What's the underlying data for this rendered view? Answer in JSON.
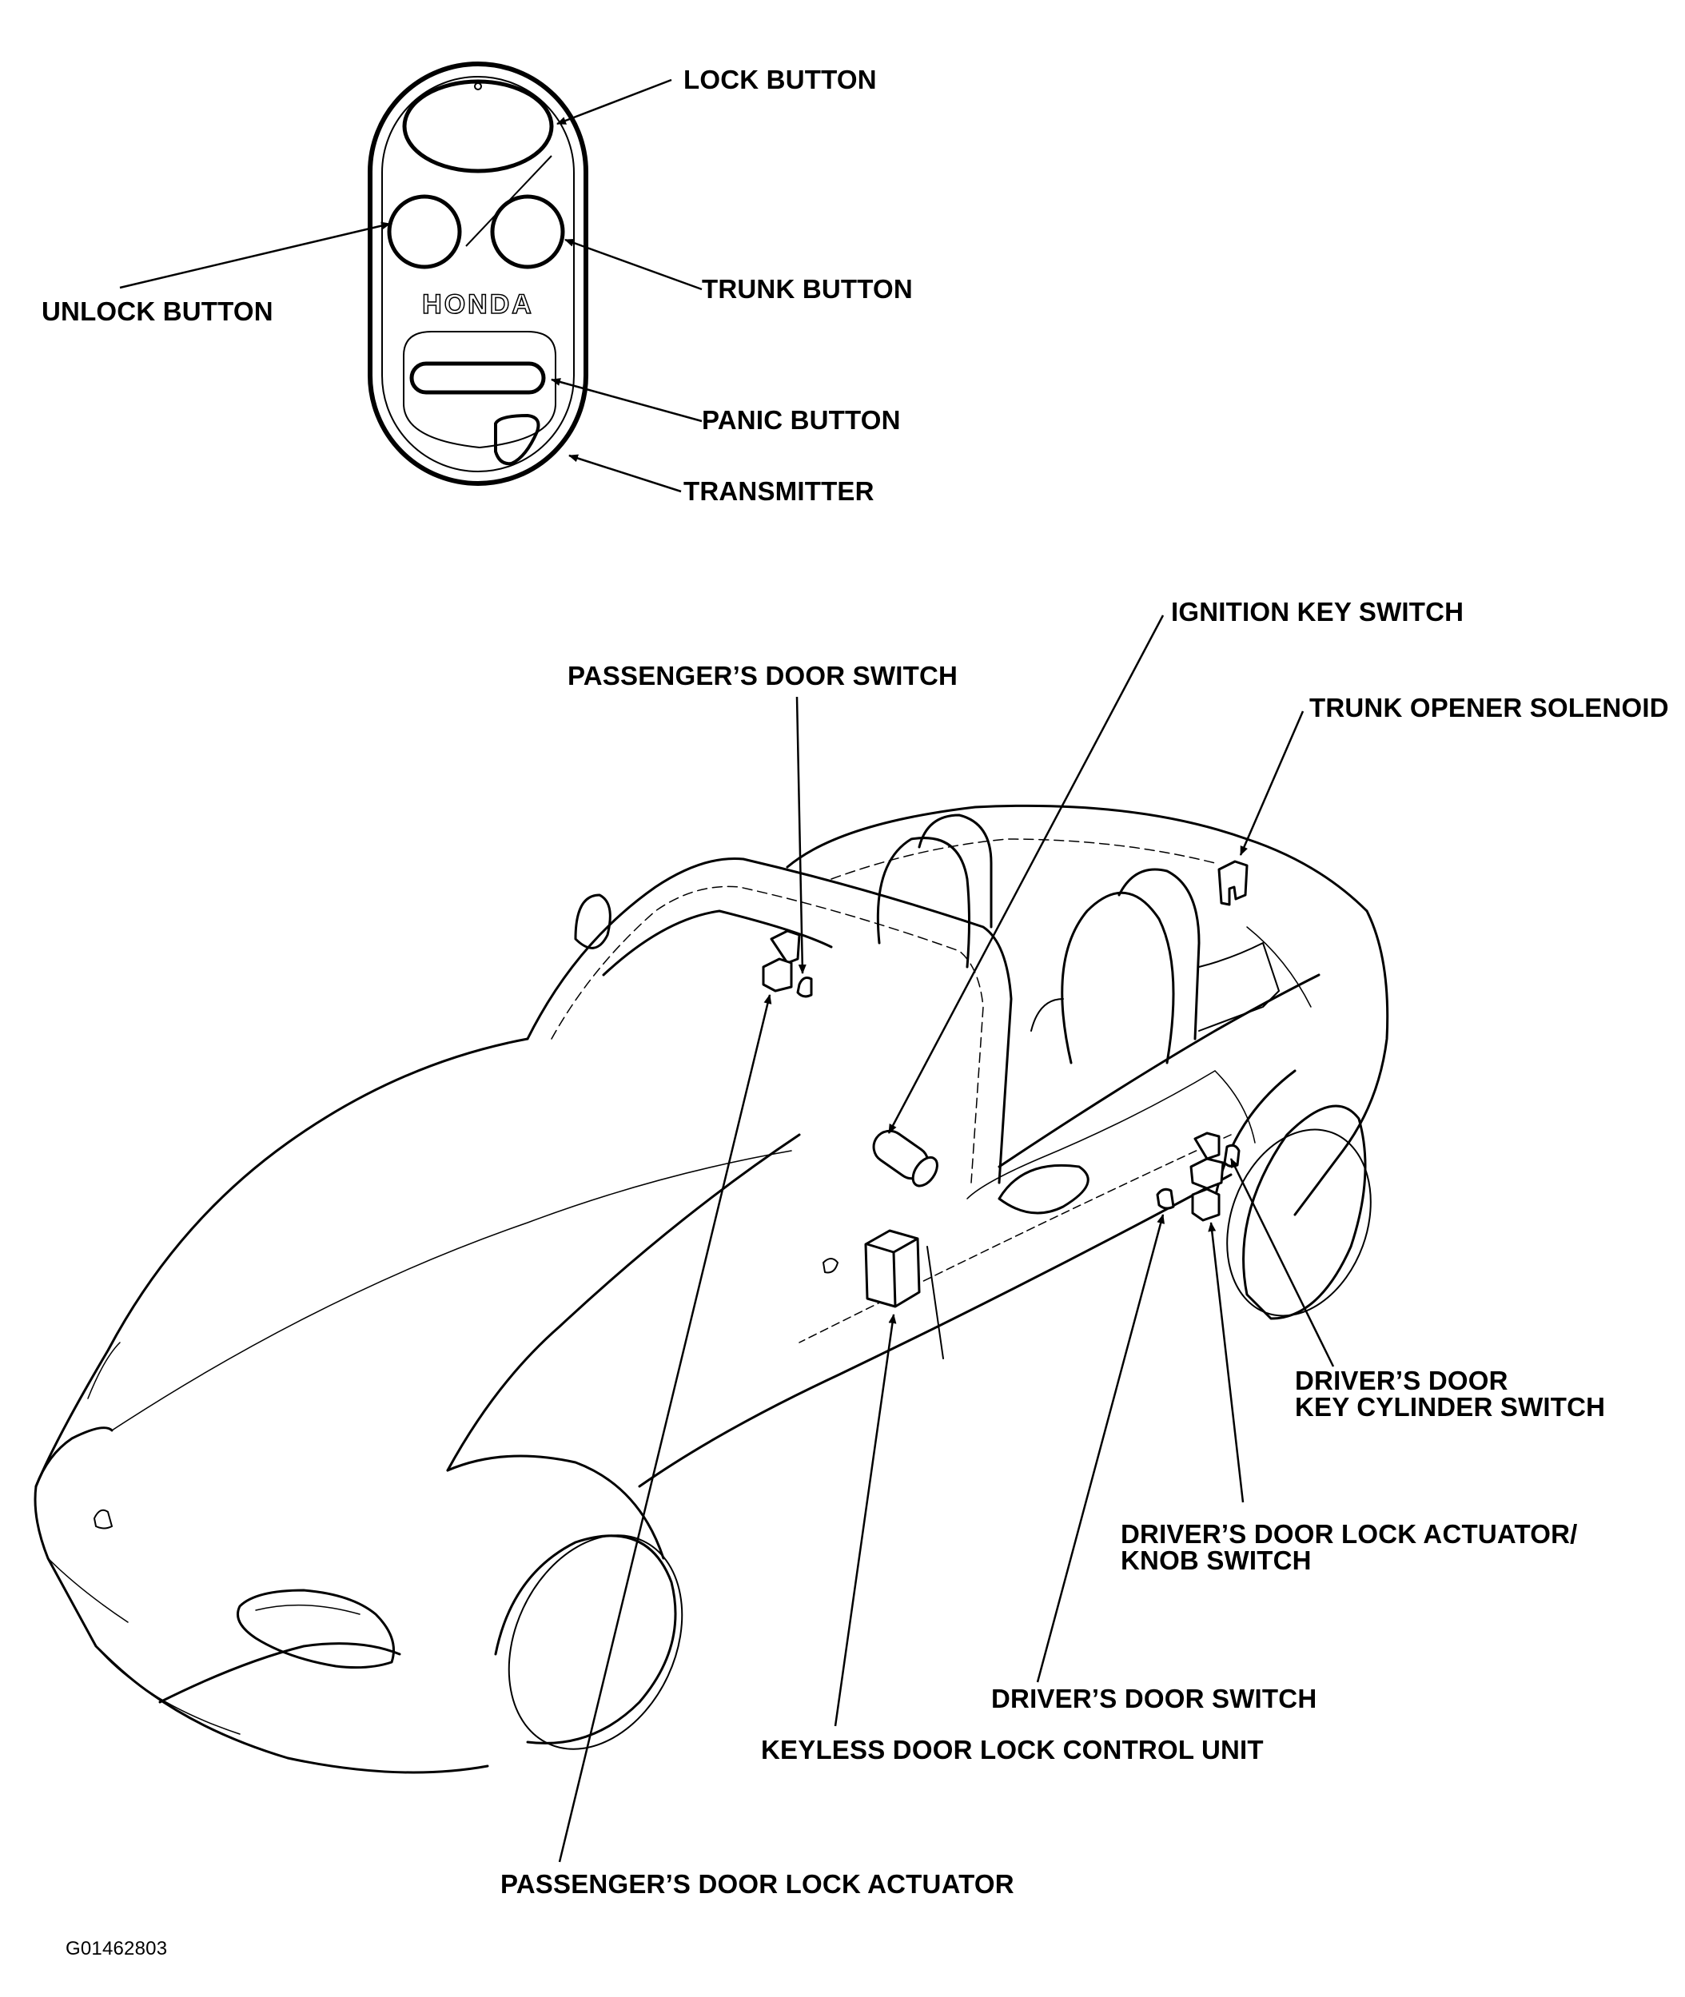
{
  "transmitter": {
    "brand": "HONDA"
  },
  "labels": {
    "lock_button": "LOCK BUTTON",
    "unlock_button": "UNLOCK BUTTON",
    "trunk_button": "TRUNK BUTTON",
    "panic_button": "PANIC BUTTON",
    "transmitter": "TRANSMITTER",
    "ignition_key_switch": "IGNITION KEY SWITCH",
    "passengers_door_switch": "PASSENGER’S DOOR SWITCH",
    "trunk_opener_solenoid": "TRUNK OPENER SOLENOID",
    "drivers_door_key_cylinder_switch_line1": "DRIVER’S DOOR",
    "drivers_door_key_cylinder_switch_line2": "KEY CYLINDER SWITCH",
    "drivers_door_lock_actuator_line1": "DRIVER’S DOOR LOCK ACTUATOR/",
    "drivers_door_lock_actuator_line2": "KNOB SWITCH",
    "drivers_door_switch": "DRIVER’S DOOR SWITCH",
    "keyless_door_lock_control_unit": "KEYLESS DOOR LOCK CONTROL UNIT",
    "passengers_door_lock_actuator": "PASSENGER’S DOOR LOCK ACTUATOR"
  },
  "figure_code": "G01462803"
}
